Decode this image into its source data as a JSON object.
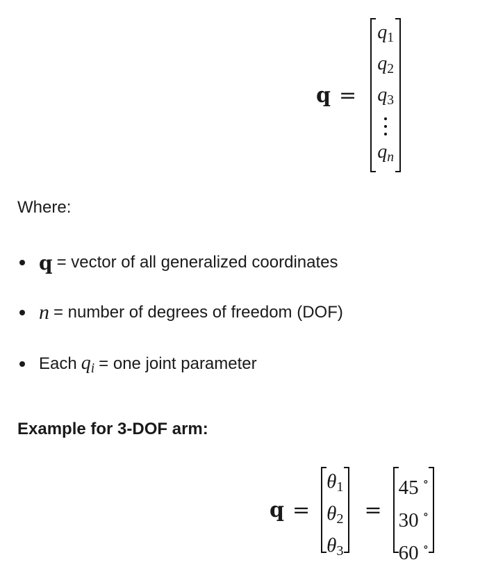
{
  "equation_1": {
    "lhs": "q",
    "equals": "=",
    "matrix": {
      "rows": [
        {
          "base": "q",
          "sub": "1"
        },
        {
          "base": "q",
          "sub": "2"
        },
        {
          "base": "q",
          "sub": "3"
        },
        {
          "ellipsis": "vertical-dots"
        },
        {
          "base": "q",
          "sub": "n"
        }
      ]
    }
  },
  "where_label": "Where:",
  "definitions": [
    {
      "symbol": "q",
      "symbol_style": "bold",
      "text": "= vector of all generalized coordinates"
    },
    {
      "symbol": "n",
      "symbol_style": "italic",
      "text": "= number of degrees of freedom (DOF)"
    },
    {
      "prefix": "Each",
      "symbol": "q",
      "symbol_sub": "i",
      "symbol_style": "italic",
      "text": "= one joint parameter"
    }
  ],
  "example_heading": "Example for 3-DOF arm:",
  "equation_2": {
    "lhs": "q",
    "equals": "=",
    "symbolic_matrix": [
      {
        "base": "θ",
        "sub": "1"
      },
      {
        "base": "θ",
        "sub": "2"
      },
      {
        "base": "θ",
        "sub": "3"
      }
    ],
    "numeric_matrix": [
      {
        "value": "45",
        "unit": "∘"
      },
      {
        "value": "30",
        "unit": "∘"
      },
      {
        "value": "60",
        "unit": "∘"
      }
    ]
  }
}
